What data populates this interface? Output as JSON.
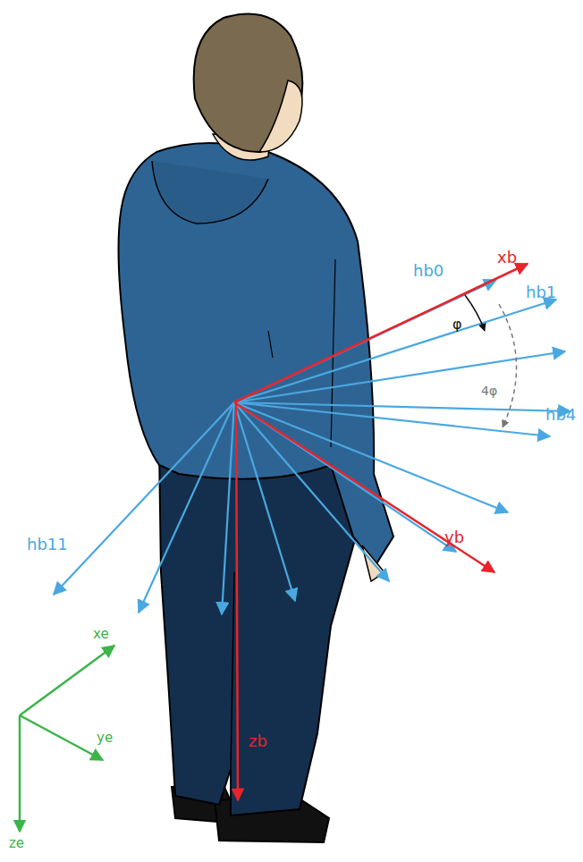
{
  "diagram": {
    "labels": [
      "hb0",
      "xb",
      "hb1",
      "φ",
      "4φ",
      "hb4",
      "yb",
      "hb11",
      "zb",
      "xe",
      "ye",
      "ze"
    ]
  }
}
